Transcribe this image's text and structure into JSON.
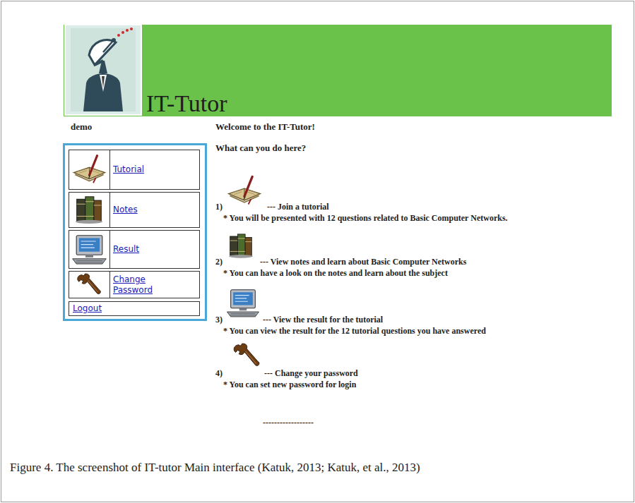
{
  "diagram": {
    "caption": "Figure 4. The screenshot of IT-tutor Main interface (Katuk, 2013; Katuk, et al., 2013)",
    "nodes": [
      {
        "text": [
          "IT-Tutor"
        ]
      },
      {
        "text": [
          "Tutorial"
        ]
      },
      {
        "text": [
          "Notes"
        ]
      },
      {
        "text": [
          "Result"
        ]
      },
      {
        "text": [
          "Change Password"
        ]
      },
      {
        "text": [
          "Logout"
        ]
      }
    ],
    "labels": [
      "demo",
      "Welcome to the IT-Tutor!",
      "What can you do here?",
      "1)",
      "--- Join a tutorial",
      "* You will be presented with 12 questions related to Basic Computer Networks.",
      "2)",
      "--- View notes and learn about Basic Computer Networks",
      "* You can have a look on the notes and learn about the subject",
      "3)",
      "--- View the result for the tutorial",
      "* You can view the result for the 12 tutorial questions you have answered",
      "4)",
      "--- Change your password",
      "* You can set new password for login",
      "------------------"
    ]
  }
}
